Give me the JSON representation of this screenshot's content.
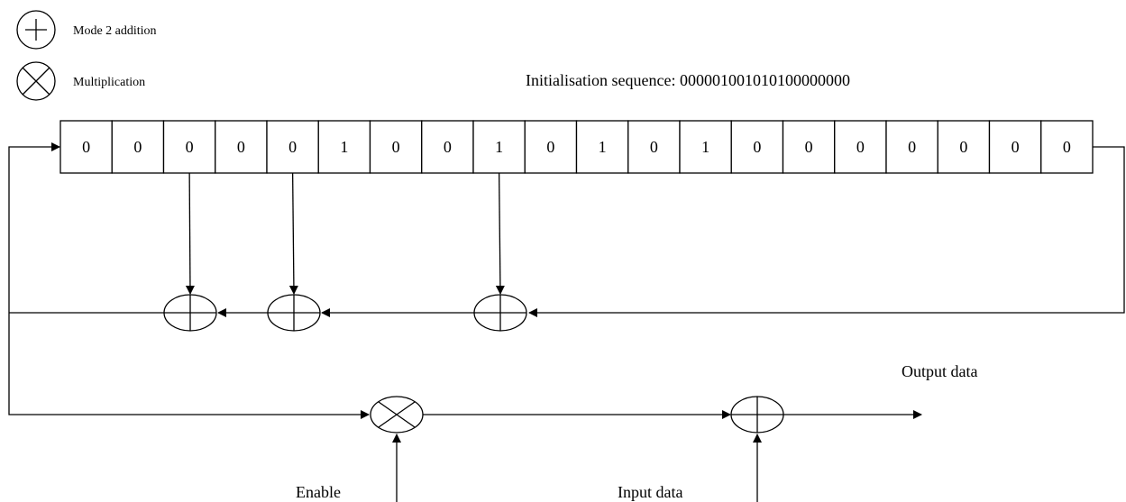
{
  "legend": {
    "addition_label": "Mode 2 addition",
    "multiplication_label": "Multiplication"
  },
  "init_sequence_text": "Initialisation sequence: 000001001010100000000",
  "register": {
    "bits": [
      "0",
      "0",
      "0",
      "0",
      "0",
      "1",
      "0",
      "0",
      "1",
      "0",
      "1",
      "0",
      "1",
      "0",
      "0",
      "0",
      "0",
      "0",
      "0",
      "0"
    ],
    "taps": [
      3,
      5,
      9
    ]
  },
  "labels": {
    "output": "Output data",
    "enable": "Enable",
    "input": "Input data"
  }
}
